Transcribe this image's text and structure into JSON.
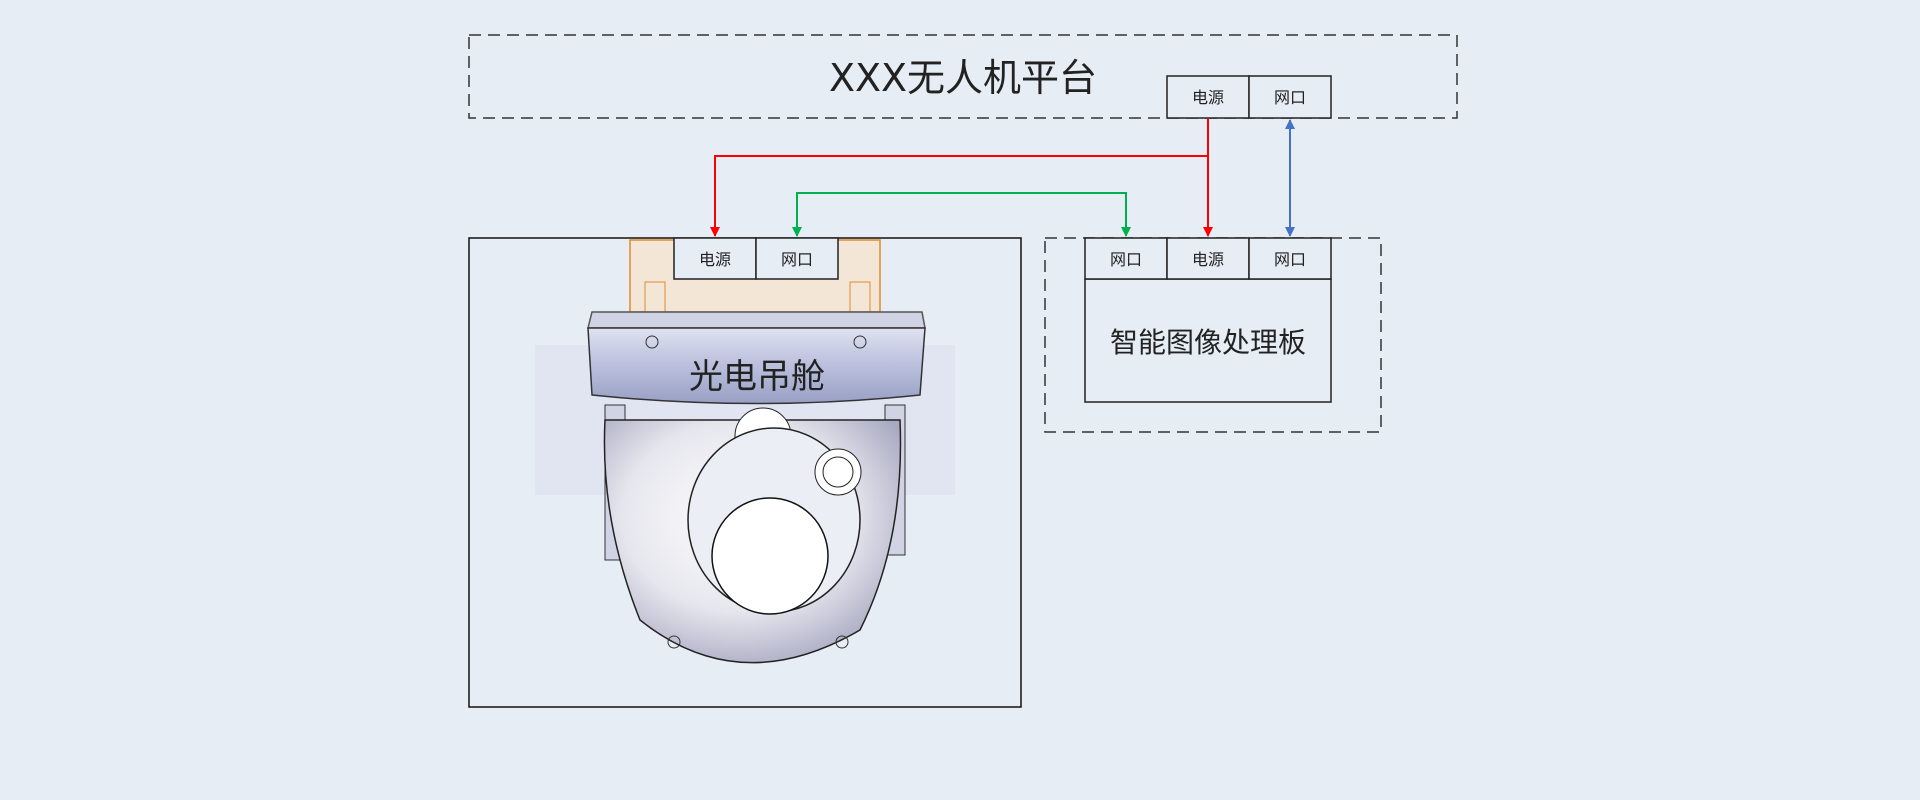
{
  "platform": {
    "title": "XXX无人机平台",
    "ports": {
      "power": "电源",
      "network": "网口"
    }
  },
  "gimbal": {
    "label": "光电吊舱",
    "ports": {
      "power": "电源",
      "network": "网口"
    }
  },
  "processor": {
    "label": "智能图像处理板",
    "ports": {
      "network_left": "网口",
      "power": "电源",
      "network_right": "网口"
    }
  },
  "connections": [
    {
      "name": "power-to-gimbal",
      "from": "platform.power",
      "to": "gimbal.power",
      "color": "#ff0000",
      "direction": "one-way"
    },
    {
      "name": "power-to-processor",
      "from": "platform.power",
      "to": "processor.power",
      "color": "#ff0000",
      "direction": "one-way"
    },
    {
      "name": "gimbal-network-link",
      "from": "gimbal.network",
      "to": "processor.network_left",
      "color": "#00b050",
      "direction": "two-way"
    },
    {
      "name": "platform-network-link",
      "from": "platform.network",
      "to": "processor.network_right",
      "color": "#4472c4",
      "direction": "two-way"
    }
  ]
}
